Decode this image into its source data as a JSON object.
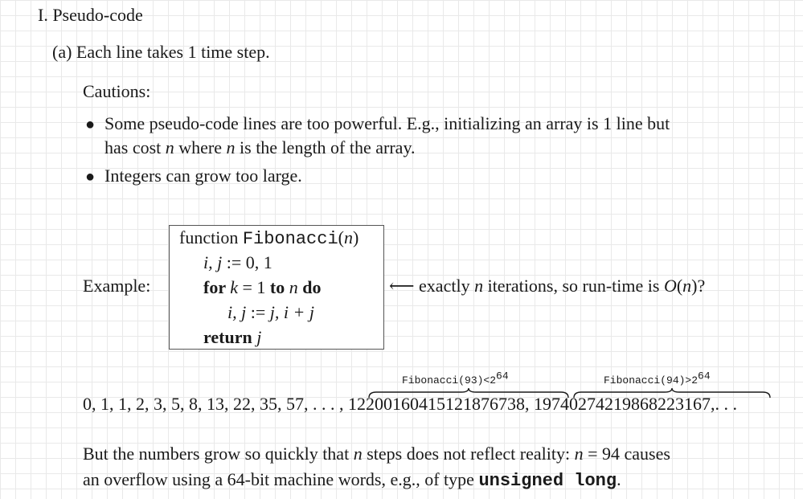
{
  "heading": "I. Pseudo-code",
  "part_a": "(a) Each line takes 1 time step.",
  "cautions_label": "Cautions:",
  "bullets": [
    {
      "line1": "Some pseudo-code lines are too powerful. E.g., initializing an array is 1 line but",
      "line2_a": "has cost ",
      "line2_var1": "n",
      "line2_b": " where ",
      "line2_var2": "n",
      "line2_c": " is the length of the array."
    },
    {
      "line1": "Integers can grow too large."
    }
  ],
  "example_label": "Example:",
  "code": {
    "l1_keyword": "function ",
    "l1_name": "Fibonacci",
    "l1_open": "(",
    "l1_arg": "n",
    "l1_close": ")",
    "l2_vars": "i, j",
    "l2_rest": " := 0, 1",
    "l3_for": "for ",
    "l3_var": "k",
    "l3_mid": " = 1 ",
    "l3_to": "to ",
    "l3_n": "n",
    "l3_do": " do",
    "l4_vars": "i, j",
    "l4_assign": " := ",
    "l4_rhs": "j, i + j",
    "l5_return": "return ",
    "l5_var": "j"
  },
  "annotation": {
    "arrow": "⟵",
    "text_a": " exactly ",
    "var": "n",
    "text_b": " iterations, so run-time is ",
    "bigO_O": "O",
    "bigO_open": "(",
    "bigO_n": "n",
    "bigO_close": ")?"
  },
  "braces": {
    "label_93": "Fibonacci(93)<2",
    "label_93_exp": "64",
    "label_94": "Fibonacci(94)>2",
    "label_94_exp": "64"
  },
  "sequence": {
    "prefix": "0, 1, 1, 2, 3, 5, 8, 13, 22, 35, 57, . . . , ",
    "fib93": "12200160415121876738",
    "comma": ", ",
    "fib94": "19740274219868223167",
    "suffix": ",. . ."
  },
  "paragraph": {
    "l1_a": "But the numbers grow so quickly that ",
    "l1_var": "n",
    "l1_b": " steps does not reflect reality: ",
    "l1_var2": "n",
    "l1_c": " = 94 causes",
    "l2_a": "an overflow using a 64-bit machine words, e.g., of type ",
    "l2_code": "unsigned long",
    "l2_b": "."
  }
}
